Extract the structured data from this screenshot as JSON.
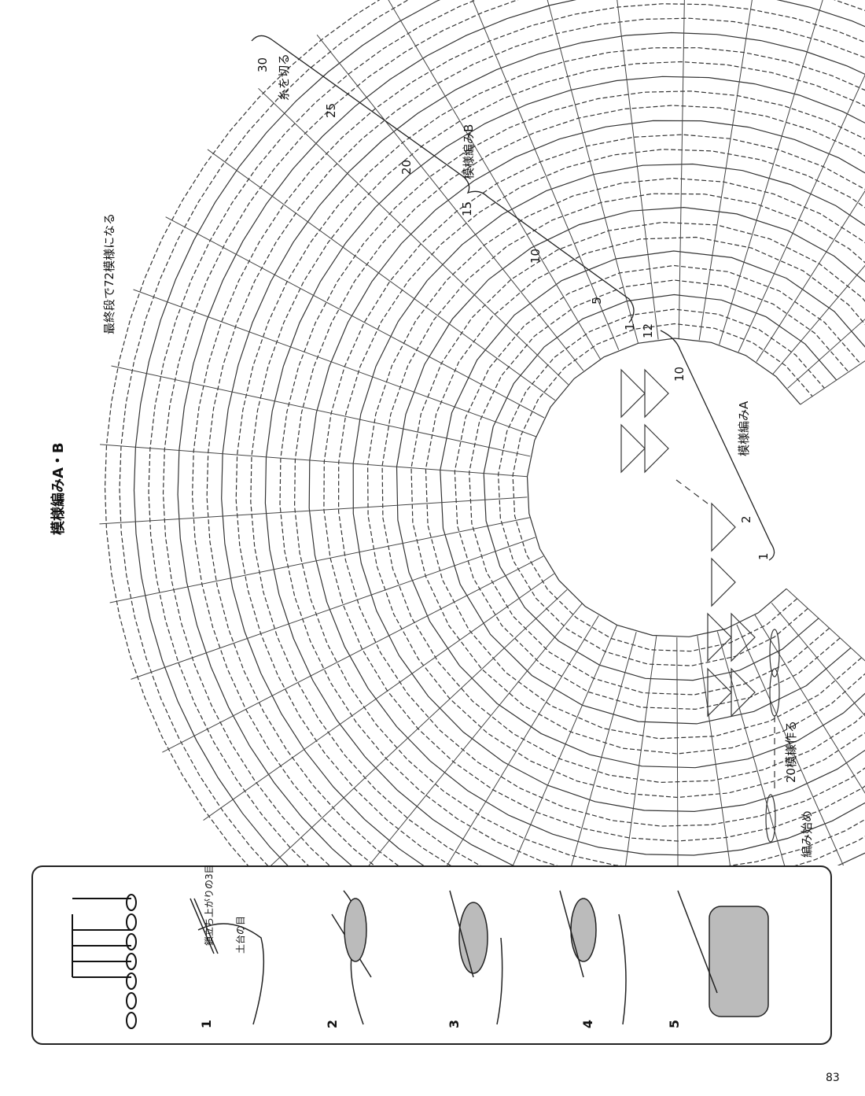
{
  "title": "模様編みA・B",
  "notes": {
    "final_row": "最終段で72模様になる",
    "cut_yarn": "糸を切る",
    "pattern_b": "模様編みB",
    "pattern_a": "模様編みA",
    "make_20": "20模様作る",
    "start": "編み始め"
  },
  "row_numbers": {
    "r30": "30",
    "r25": "25",
    "r20": "20",
    "r15": "15",
    "r10": "10",
    "r5": "5",
    "r1": "1",
    "r12": "12",
    "a10": "10",
    "a2": "2",
    "a1": "1"
  },
  "steps": {
    "labels": [
      "1",
      "2",
      "3",
      "4",
      "5"
    ],
    "chain_label": "鎖立ち上がりの3目",
    "base_label": "土台の目"
  },
  "page_number": "83"
}
